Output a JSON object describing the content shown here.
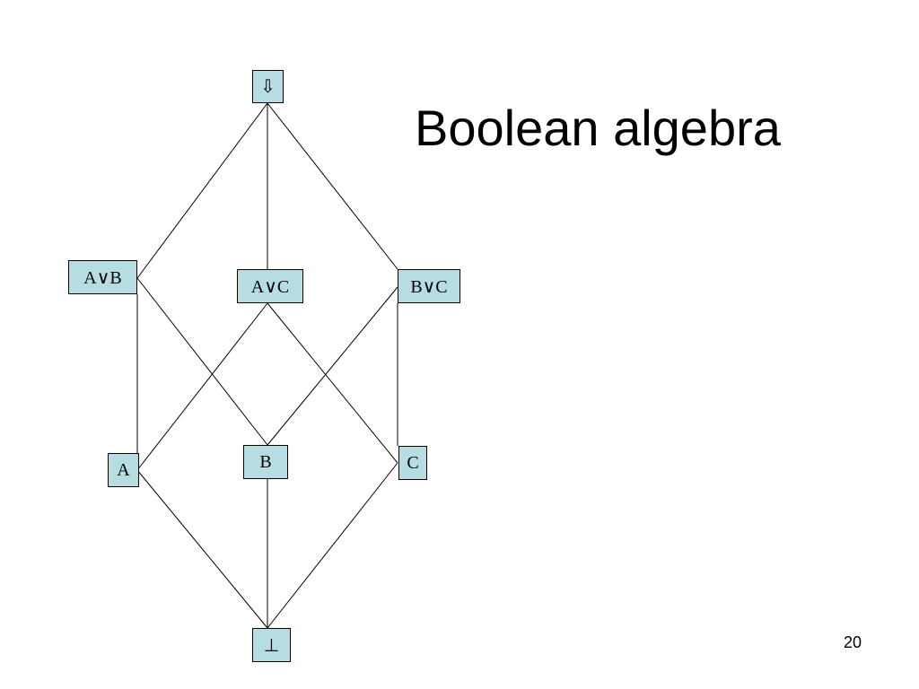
{
  "slide": {
    "title": "Boolean algebra",
    "page_number": "20"
  },
  "diagram": {
    "node_fill": "#b6dde2",
    "edge_color": "#000000",
    "nodes": {
      "top": "⇩",
      "a_or_b": "A∨B",
      "a_or_c": "A∨C",
      "b_or_c": "B∨C",
      "a": "A",
      "b": "B",
      "c": "C",
      "bottom": "⊥"
    },
    "edges": [
      [
        "top",
        "a_or_b"
      ],
      [
        "top",
        "a_or_c"
      ],
      [
        "top",
        "b_or_c"
      ],
      [
        "a_or_b",
        "a"
      ],
      [
        "a_or_b",
        "b"
      ],
      [
        "a_or_c",
        "a"
      ],
      [
        "a_or_c",
        "c"
      ],
      [
        "b_or_c",
        "b"
      ],
      [
        "b_or_c",
        "c"
      ],
      [
        "a",
        "bottom"
      ],
      [
        "b",
        "bottom"
      ],
      [
        "c",
        "bottom"
      ]
    ]
  }
}
